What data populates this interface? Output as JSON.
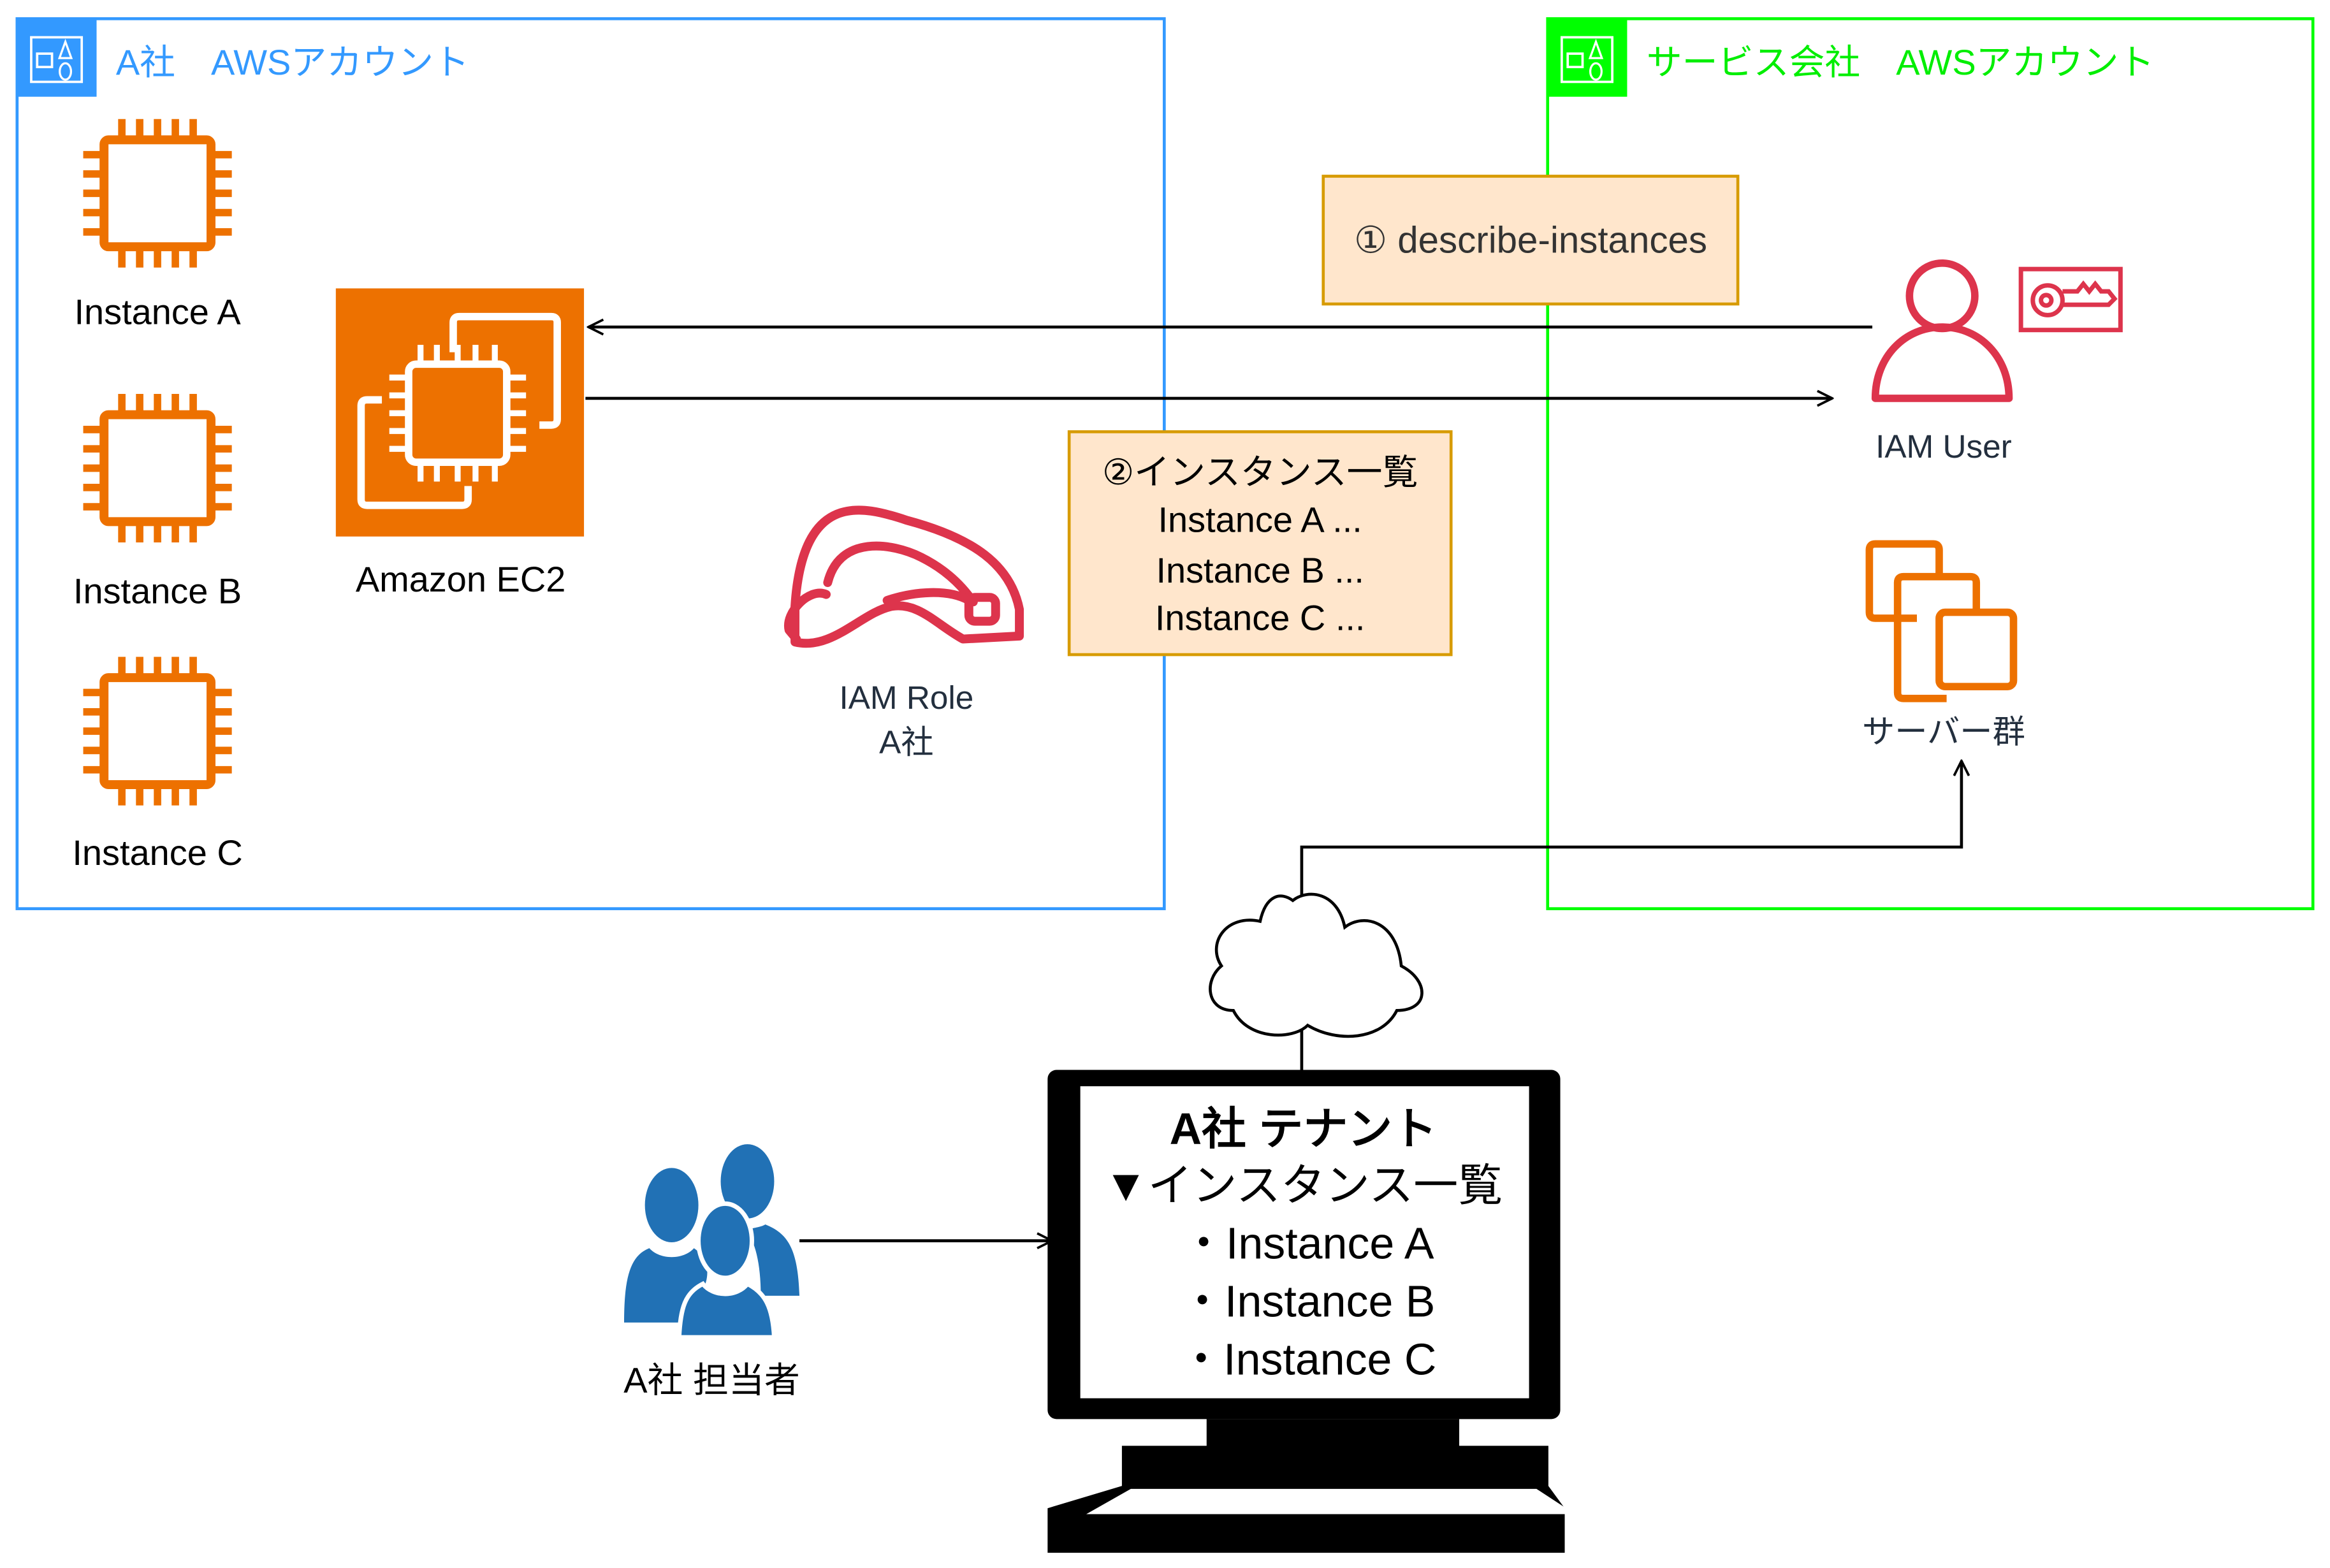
{
  "colors": {
    "account_a_border": "#3399ff",
    "service_account_border": "#00ff00",
    "ec2_orange": "#ed7100",
    "iam_red": "#dd344c",
    "note_fill": "#ffe6cc",
    "note_border": "#d79b00",
    "people_blue": "#2171b5",
    "text_dark": "#232f3e"
  },
  "groups": {
    "account_a": {
      "title": "A社　AWSアカウント",
      "icon": "aws-account-icon"
    },
    "service_account": {
      "title": "サービス会社　AWSアカウント",
      "icon": "aws-account-icon"
    }
  },
  "account_a": {
    "instances": [
      {
        "label": "Instance A",
        "icon": "ec2-instance-icon"
      },
      {
        "label": "Instance B",
        "icon": "ec2-instance-icon"
      },
      {
        "label": "Instance C",
        "icon": "ec2-instance-icon"
      }
    ],
    "ec2": {
      "label": "Amazon EC2",
      "icon": "amazon-ec2-icon"
    },
    "iam_role": {
      "label_line1": "IAM Role",
      "label_line2": "A社",
      "icon": "iam-role-helmet-icon"
    }
  },
  "service_account": {
    "iam_user": {
      "label": "IAM User",
      "icon": "iam-user-icon",
      "badge_icon": "access-key-icon"
    },
    "servers": {
      "label": "サーバー群",
      "icon": "instances-group-icon"
    }
  },
  "notes": {
    "request": {
      "text": "① describe-instances"
    },
    "response": {
      "title": "②インスタンス一覧",
      "lines": [
        "Instance A ...",
        "Instance B ...",
        "Instance C ..."
      ]
    }
  },
  "internet": {
    "icon": "cloud-icon"
  },
  "tenant_screen": {
    "title": "A社 テナント",
    "subtitle": "▼インスタンス一覧",
    "items": [
      "・Instance A",
      "・Instance B",
      "・Instance C"
    ],
    "icon": "monitor-icon"
  },
  "users": {
    "label": "A社 担当者",
    "icon": "users-group-icon"
  }
}
